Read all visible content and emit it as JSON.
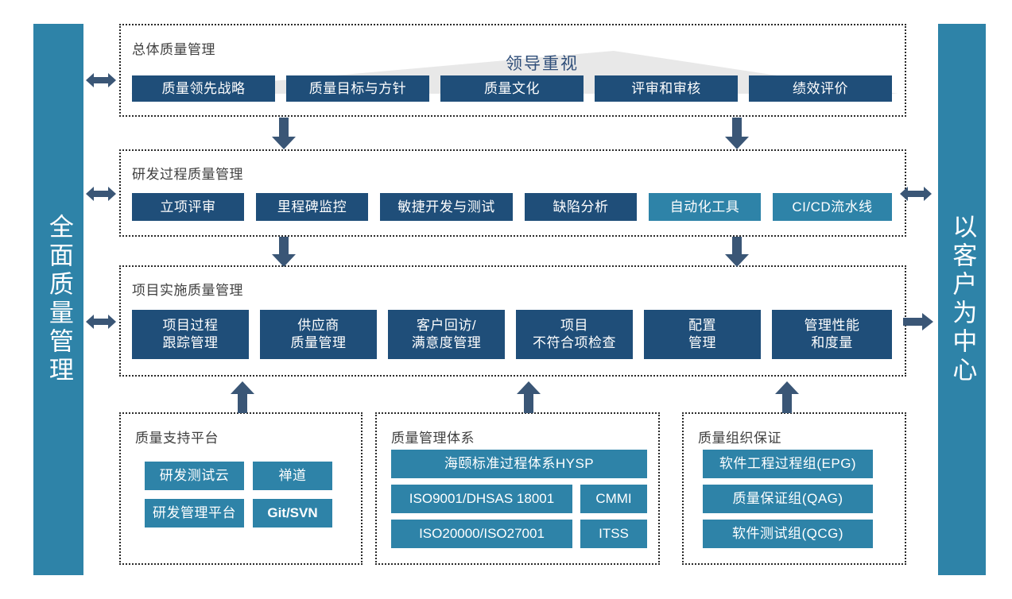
{
  "pillars": {
    "left": {
      "label": "全面质量管理"
    },
    "right": {
      "label": "以客户为中心"
    }
  },
  "banner": {
    "label": "领导重视",
    "shape": "triangle",
    "fill": "#E8E8E8",
    "text_color": "#2F4E79"
  },
  "colors": {
    "navy": "#1F4E79",
    "teal": "#2E83A8",
    "arrow": "#3A5676",
    "frame_dotted": "#2A2A2A",
    "title_text": "#3F3F3F",
    "chip_text": "#FFFFFF"
  },
  "sections": [
    {
      "id": "overall",
      "title": "总体质量管理",
      "items": [
        {
          "label": "质量领先战略",
          "color": "navy"
        },
        {
          "label": "质量目标与方针",
          "color": "navy"
        },
        {
          "label": "质量文化",
          "color": "navy"
        },
        {
          "label": "评审和审核",
          "color": "navy"
        },
        {
          "label": "绩效评价",
          "color": "navy"
        }
      ]
    },
    {
      "id": "rd",
      "title": "研发过程质量管理",
      "items": [
        {
          "label": "立项评审",
          "color": "navy"
        },
        {
          "label": "里程碑监控",
          "color": "navy"
        },
        {
          "label": "敏捷开发与测试",
          "color": "navy"
        },
        {
          "label": "缺陷分析",
          "color": "navy"
        },
        {
          "label": "自动化工具",
          "color": "teal"
        },
        {
          "label": "CI/CD流水线",
          "color": "teal"
        }
      ]
    },
    {
      "id": "project",
      "title": "项目实施质量管理",
      "items": [
        {
          "line1": "项目过程",
          "line2": "跟踪管理",
          "color": "navy"
        },
        {
          "line1": "供应商",
          "line2": "质量管理",
          "color": "navy"
        },
        {
          "line1": "客户回访/",
          "line2": "满意度管理",
          "color": "navy"
        },
        {
          "line1": "项目",
          "line2": "不符合项检查",
          "color": "navy"
        },
        {
          "line1": "配置",
          "line2": "管理",
          "color": "navy"
        },
        {
          "line1": "管理性能",
          "line2": "和度量",
          "color": "navy"
        }
      ]
    }
  ],
  "bottom_groups": [
    {
      "id": "platform",
      "title": "质量支持平台",
      "items": [
        {
          "label": "研发测试云",
          "color": "teal",
          "bold": false
        },
        {
          "label": "禅道",
          "color": "teal",
          "bold": false
        },
        {
          "label": "研发管理平台",
          "color": "teal",
          "bold": false
        },
        {
          "label": "Git/SVN",
          "color": "teal",
          "bold": true
        }
      ]
    },
    {
      "id": "system",
      "title": "质量管理体系",
      "items": [
        {
          "label": "海颐标准过程体系HYSP",
          "color": "teal",
          "bold": false
        },
        {
          "label": "ISO9001/DHSAS 18001",
          "color": "teal",
          "bold": false
        },
        {
          "label": "CMMI",
          "color": "teal",
          "bold": false
        },
        {
          "label": "ISO20000/ISO27001",
          "color": "teal",
          "bold": false
        },
        {
          "label": "ITSS",
          "color": "teal",
          "bold": false
        }
      ]
    },
    {
      "id": "org",
      "title": "质量组织保证",
      "items": [
        {
          "label": "软件工程过程组(EPG)",
          "color": "teal",
          "bold": false
        },
        {
          "label": "质量保证组(QAG)",
          "color": "teal",
          "bold": false
        },
        {
          "label": "软件测试组(QCG)",
          "color": "teal",
          "bold": false
        }
      ]
    }
  ],
  "arrows": [
    {
      "name": "left-link-overall",
      "direction": "both",
      "side": "left"
    },
    {
      "name": "left-link-rd",
      "direction": "both",
      "side": "left"
    },
    {
      "name": "left-link-project",
      "direction": "both",
      "side": "left"
    },
    {
      "name": "right-link-rd",
      "direction": "both",
      "side": "right"
    },
    {
      "name": "right-link-project",
      "direction": "right",
      "side": "right"
    },
    {
      "name": "overall-to-rd-1",
      "direction": "down"
    },
    {
      "name": "overall-to-rd-2",
      "direction": "down"
    },
    {
      "name": "rd-to-project-1",
      "direction": "down"
    },
    {
      "name": "rd-to-project-2",
      "direction": "down"
    },
    {
      "name": "platform-to-project",
      "direction": "up"
    },
    {
      "name": "system-to-project",
      "direction": "up"
    },
    {
      "name": "org-to-project",
      "direction": "up"
    }
  ]
}
